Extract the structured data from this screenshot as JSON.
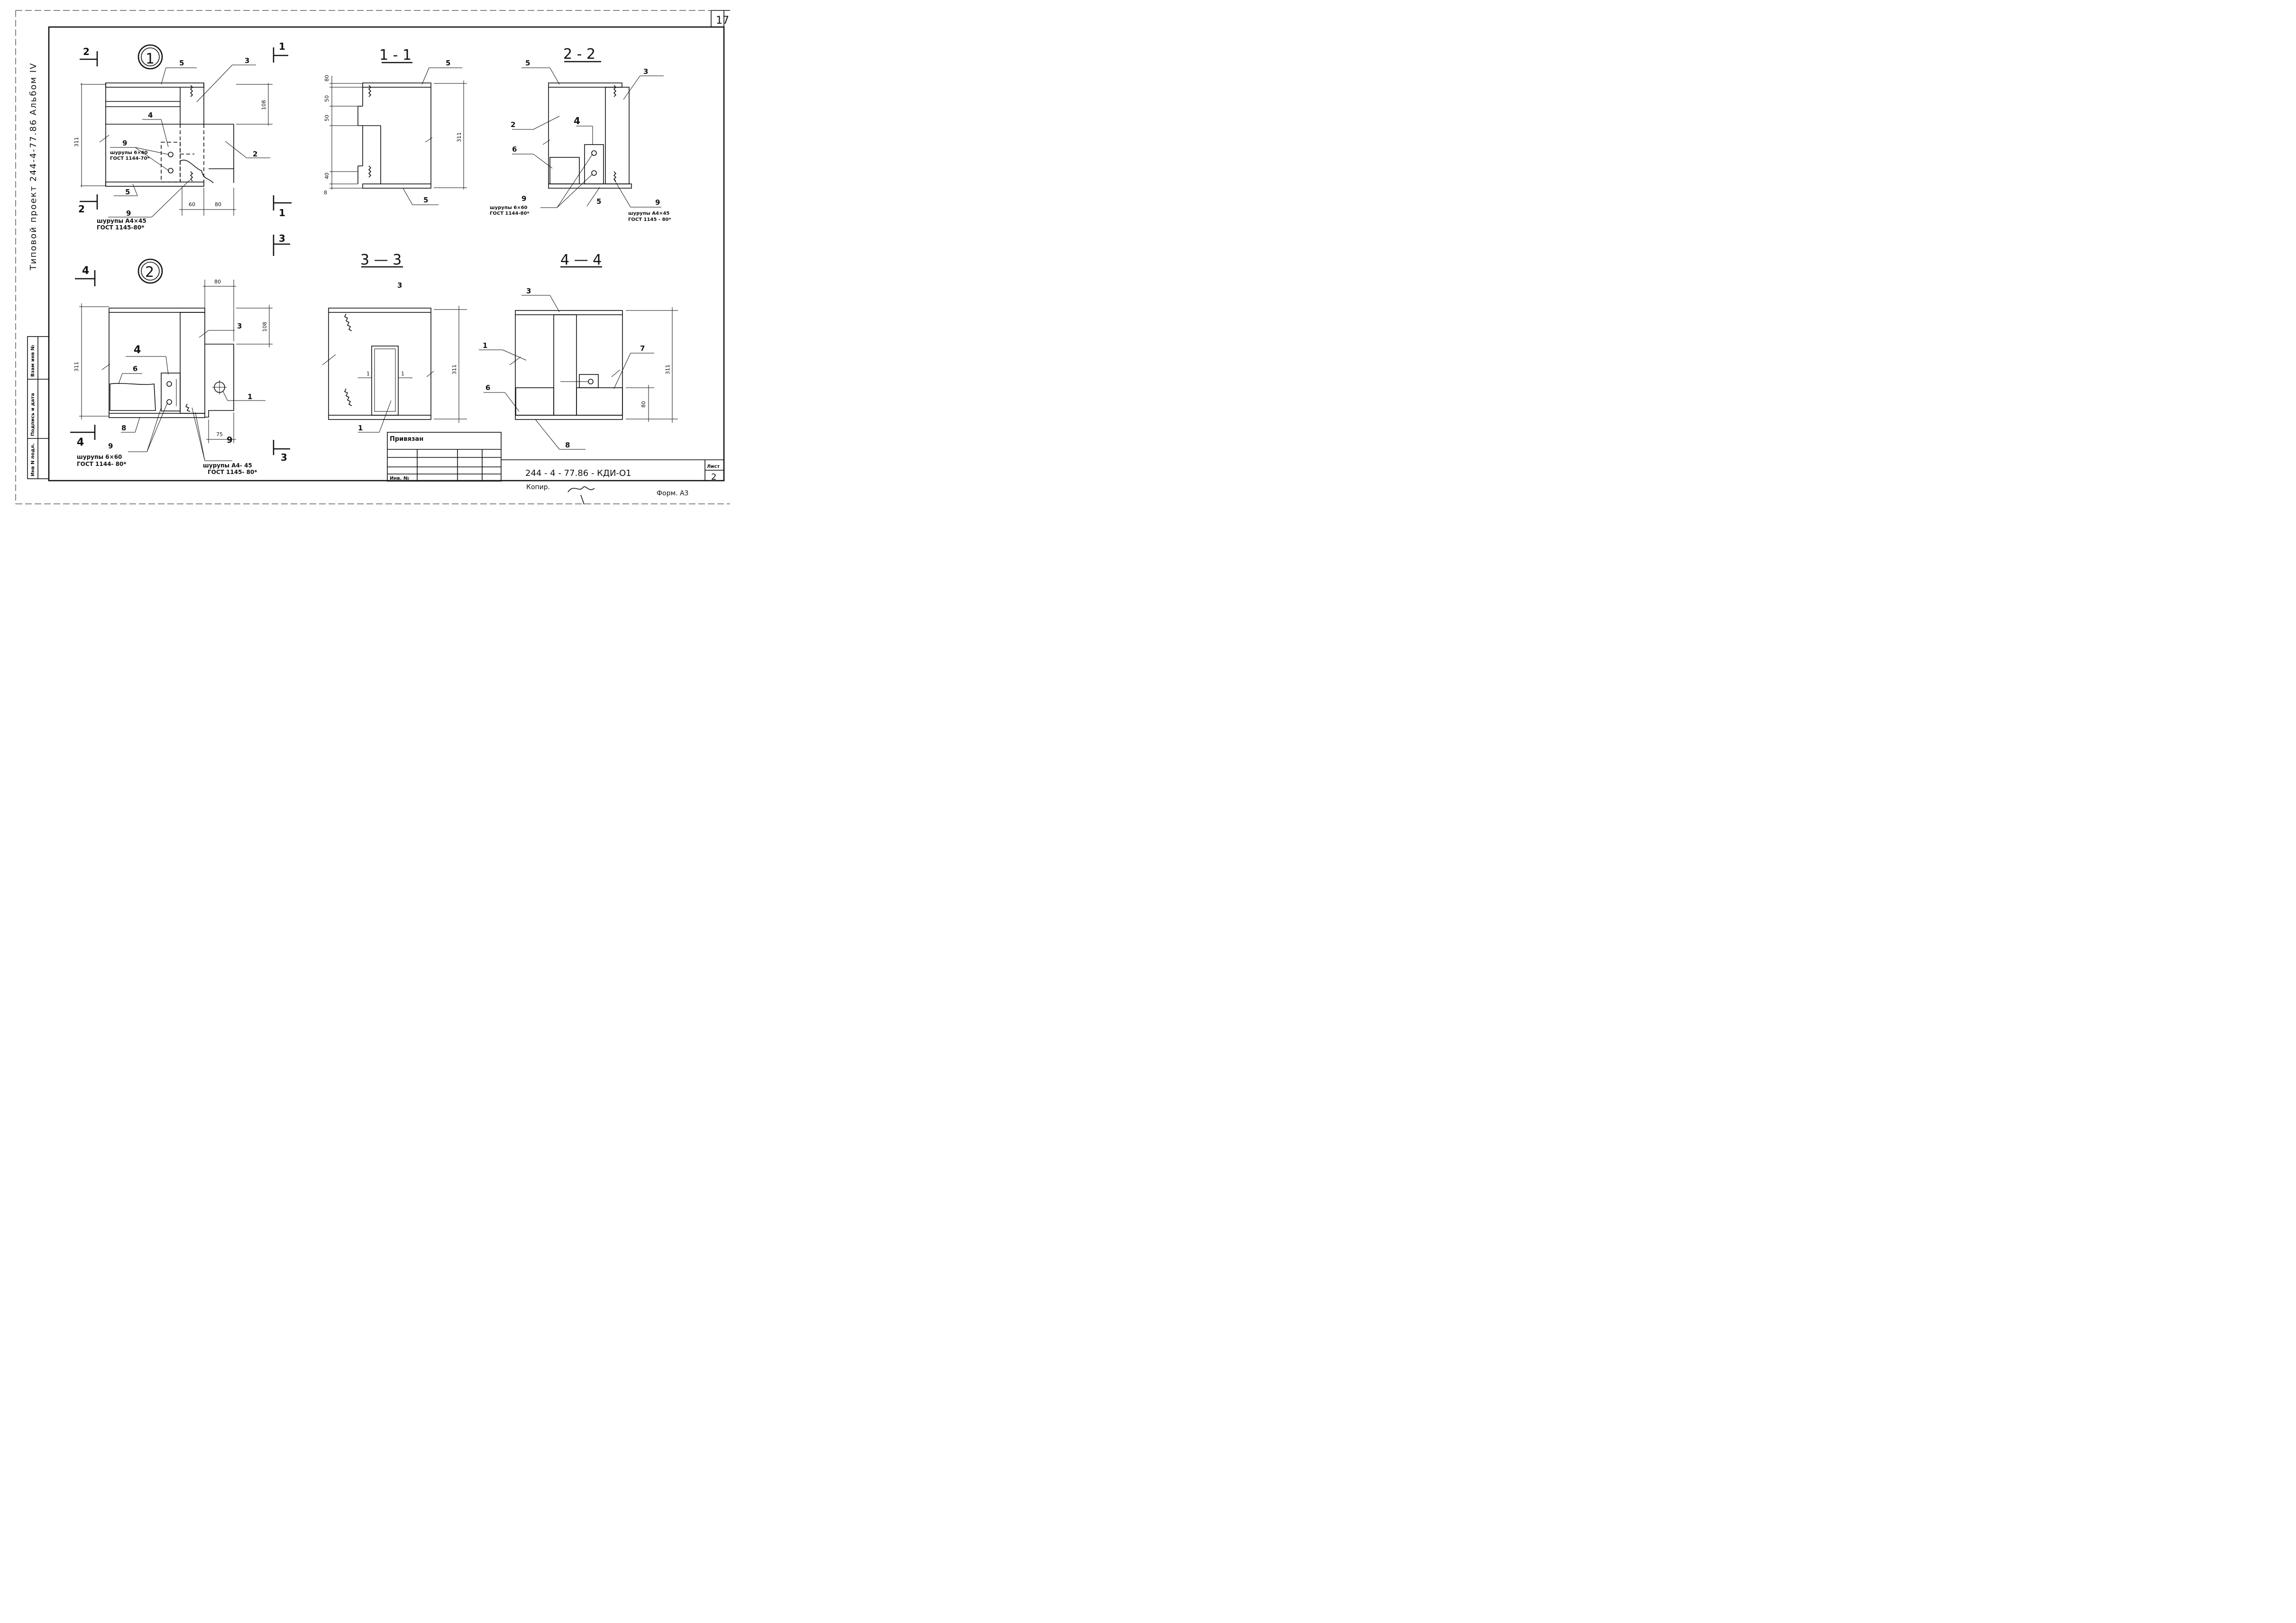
{
  "sheet": {
    "page_number": "17",
    "side_stamp": "Типовой проект 244-4-77.86 Альбом IV",
    "drawing_code": "244 - 4 - 77.86   - КДИ-О1",
    "sheet_label": "Лист",
    "sheet_number": "2",
    "copied_label": "Копир.",
    "format_label": "Форм. А3",
    "privyazan": "Привязан",
    "inv_no": "Инв. №",
    "side_table": [
      "Инв N подл.",
      "Подпись и дата",
      "Взам инв №"
    ]
  },
  "views": {
    "node1": "1",
    "node2": "2",
    "s11": "1 - 1",
    "s22": "2 - 2",
    "s33": "3 — 3",
    "s44": "4 — 4"
  },
  "cuts": {
    "c1": "1",
    "c2": "2",
    "c3": "3",
    "c4": "4"
  },
  "positions": {
    "p1": "1",
    "p2": "2",
    "p3": "3",
    "p4": "4",
    "p5": "5",
    "p6": "6",
    "p7": "7",
    "p8": "8",
    "p9": "9"
  },
  "dims": {
    "d311": "311",
    "d108": "108",
    "d60": "60",
    "d80": "80",
    "d75": "75",
    "d50": "50",
    "d40": "40",
    "d8": "8",
    "d1": "1"
  },
  "notes": {
    "n_69_60_1": "шурупы 6×60",
    "n_69_60_1b": "ГОСТ 1144-70*",
    "n_a4_45_1": "шурупы А4×45",
    "n_a4_45_1b": "ГОСТ 1145-80*",
    "n_69_60_2": "шурупы 6×60",
    "n_69_60_2b": "ГОСТ 1144-80*",
    "n_a4_45_2": "шурупы А4×45",
    "n_a4_45_2b": "ГОСТ 1145 - 80*",
    "n_69_60_3": "шурупы 6×60",
    "n_69_60_3b": "ГОСТ 1144- 80*",
    "n_a4_45_3": "шурупы А4- 45",
    "n_a4_45_3b": "ГОСТ 1145- 80*"
  }
}
